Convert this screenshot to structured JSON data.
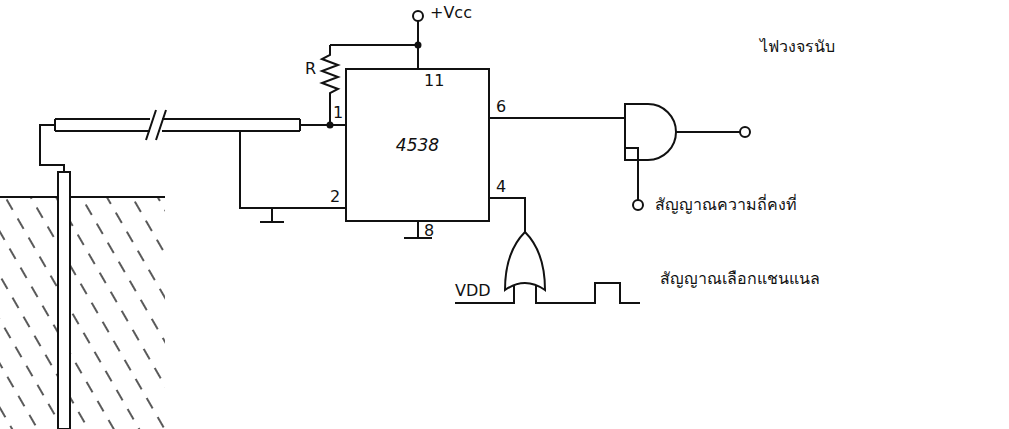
{
  "diagram": {
    "nodes": [
      {
        "text": [
          "4538"
        ]
      }
    ],
    "labels": [
      "+Vcc",
      "R",
      "1",
      "11",
      "6",
      "2",
      "4",
      "8",
      "ไฟวงจรนับ",
      "สัญญาณความถี่คงที่",
      "VDD",
      "สัญญาณเลือกแชนแนล"
    ]
  }
}
